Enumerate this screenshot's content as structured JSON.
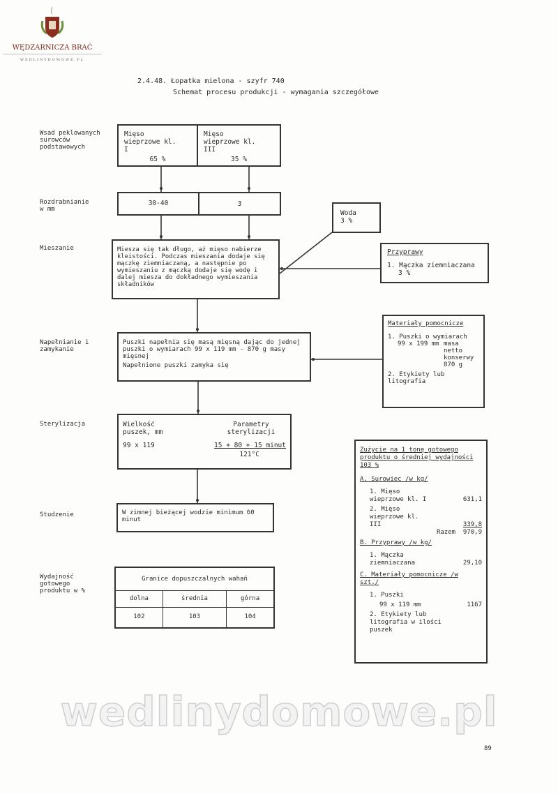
{
  "logo": {
    "name": "WĘDZARNICZA BRAĆ",
    "site": "WEDLINYDOMOWE.PL"
  },
  "header": {
    "title": "2.4.48. Łopatka mielona - szyfr 740",
    "subtitle": "Schemat procesu produkcji - wymagania szczegółowe"
  },
  "steps": {
    "raw": {
      "label": "Wsad peklowanych surowców podstawowych",
      "left": {
        "name": "Mięso wieprzowe kl. I",
        "pct": "65 %"
      },
      "right": {
        "name": "Mięso wieprzowe kl. III",
        "pct": "35 %"
      }
    },
    "grinding": {
      "label": "Rozdrabnianie w mm",
      "left": "30-40",
      "right": "3"
    },
    "water": {
      "name": "Woda",
      "pct": "3 %"
    },
    "mixing": {
      "label": "Mieszanie",
      "text": "Miesza się tak długo, aż mięso nabierze kleistości. Podczas mieszania dodaje się mączkę ziemniaczaną, a następnie po wymieszaniu z mączką dodaje się wodę i dalej miesza do dokładnego wymieszania składników"
    },
    "spices": {
      "title": "Przyprawy",
      "item": "1. Mączka ziemniaczana",
      "pct": "3 %"
    },
    "filling": {
      "label": "Napełnianie i zamykanie",
      "text": "Puszki napełnia się masą mięsną dając do jednej puszki o wymiarach 99 x 119 mm - 870 g masy mięsnej",
      "text2": "Napełnione puszki zamyka się"
    },
    "aux": {
      "title": "Materiały pomocnicze",
      "item1": "1. Puszki o wymiarach",
      "item1_size": "99 x 199 mm",
      "item1_note": "masa netto konserwy 870 g",
      "item2": "2. Etykiety lub litografia"
    },
    "sterilization": {
      "label": "Sterylizacja",
      "col1": "Wielkość puszek, mm",
      "col2": "Parametry sterylizacji",
      "size": "99 x 119",
      "params": "15 + 80 + 15 minut",
      "temp": "121°C"
    },
    "cooling": {
      "label": "Studzenie",
      "text": "W zimnej bieżącej wodzie minimum 60 minut"
    },
    "yield": {
      "label": "Wydajność gotowego produktu w %",
      "header": "Granice dopuszczalnych wahań",
      "cols": [
        "dolna",
        "średnia",
        "górna"
      ],
      "values": [
        "102",
        "103",
        "104"
      ]
    }
  },
  "usage": {
    "title": "Zużycie na 1 tonę gotowego produktu o średniej wydajności 103 %",
    "a_title": "A. Surowiec /w kg/",
    "a_items": [
      {
        "name": "1. Mięso wieprzowe kl. I",
        "value": "631,1"
      },
      {
        "name": "2. Mięso wieprzowe kl. III",
        "value": "339,8"
      }
    ],
    "a_total_label": "Razem",
    "a_total": "970,9",
    "b_title": "B. Przyprawy /w kg/",
    "b_items": [
      {
        "name": "1. Mączka ziemniaczana",
        "value": "29,10"
      }
    ],
    "c_title": "C. Materiały pomocnicze /w szt./",
    "c_item1": "1. Puszki",
    "c_item1_size": "99 x 119 mm",
    "c_item1_value": "1167",
    "c_item2": "2. Etykiety lub litografia w ilości puszek"
  },
  "watermark": "wedlinydomowe.pl",
  "page_number": "89"
}
